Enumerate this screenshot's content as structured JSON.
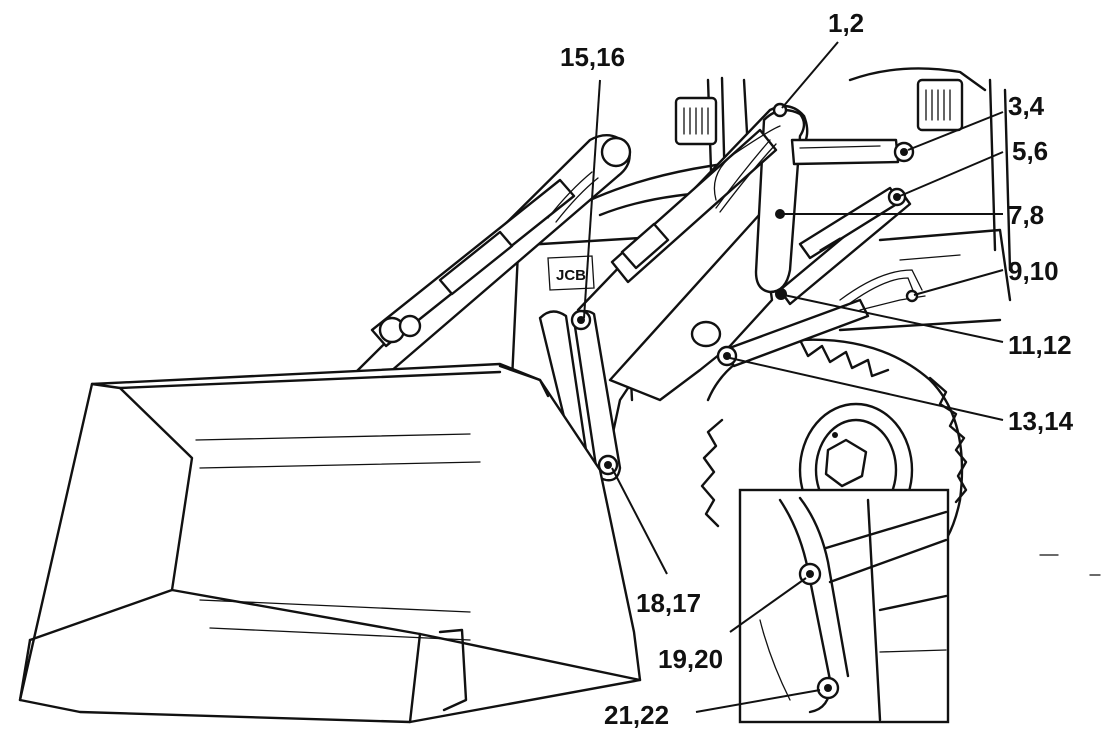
{
  "diagram": {
    "brand_logo": "JCB",
    "callouts": [
      {
        "id": "c1",
        "label": "1,2"
      },
      {
        "id": "c2",
        "label": "3,4"
      },
      {
        "id": "c3",
        "label": "5,6"
      },
      {
        "id": "c4",
        "label": "7,8"
      },
      {
        "id": "c5",
        "label": "9,10"
      },
      {
        "id": "c6",
        "label": "11,12"
      },
      {
        "id": "c7",
        "label": "13,14"
      },
      {
        "id": "c8",
        "label": "15,16"
      },
      {
        "id": "c9",
        "label": "18,17"
      },
      {
        "id": "c10",
        "label": "19,20"
      },
      {
        "id": "c11",
        "label": "21,22"
      }
    ]
  }
}
